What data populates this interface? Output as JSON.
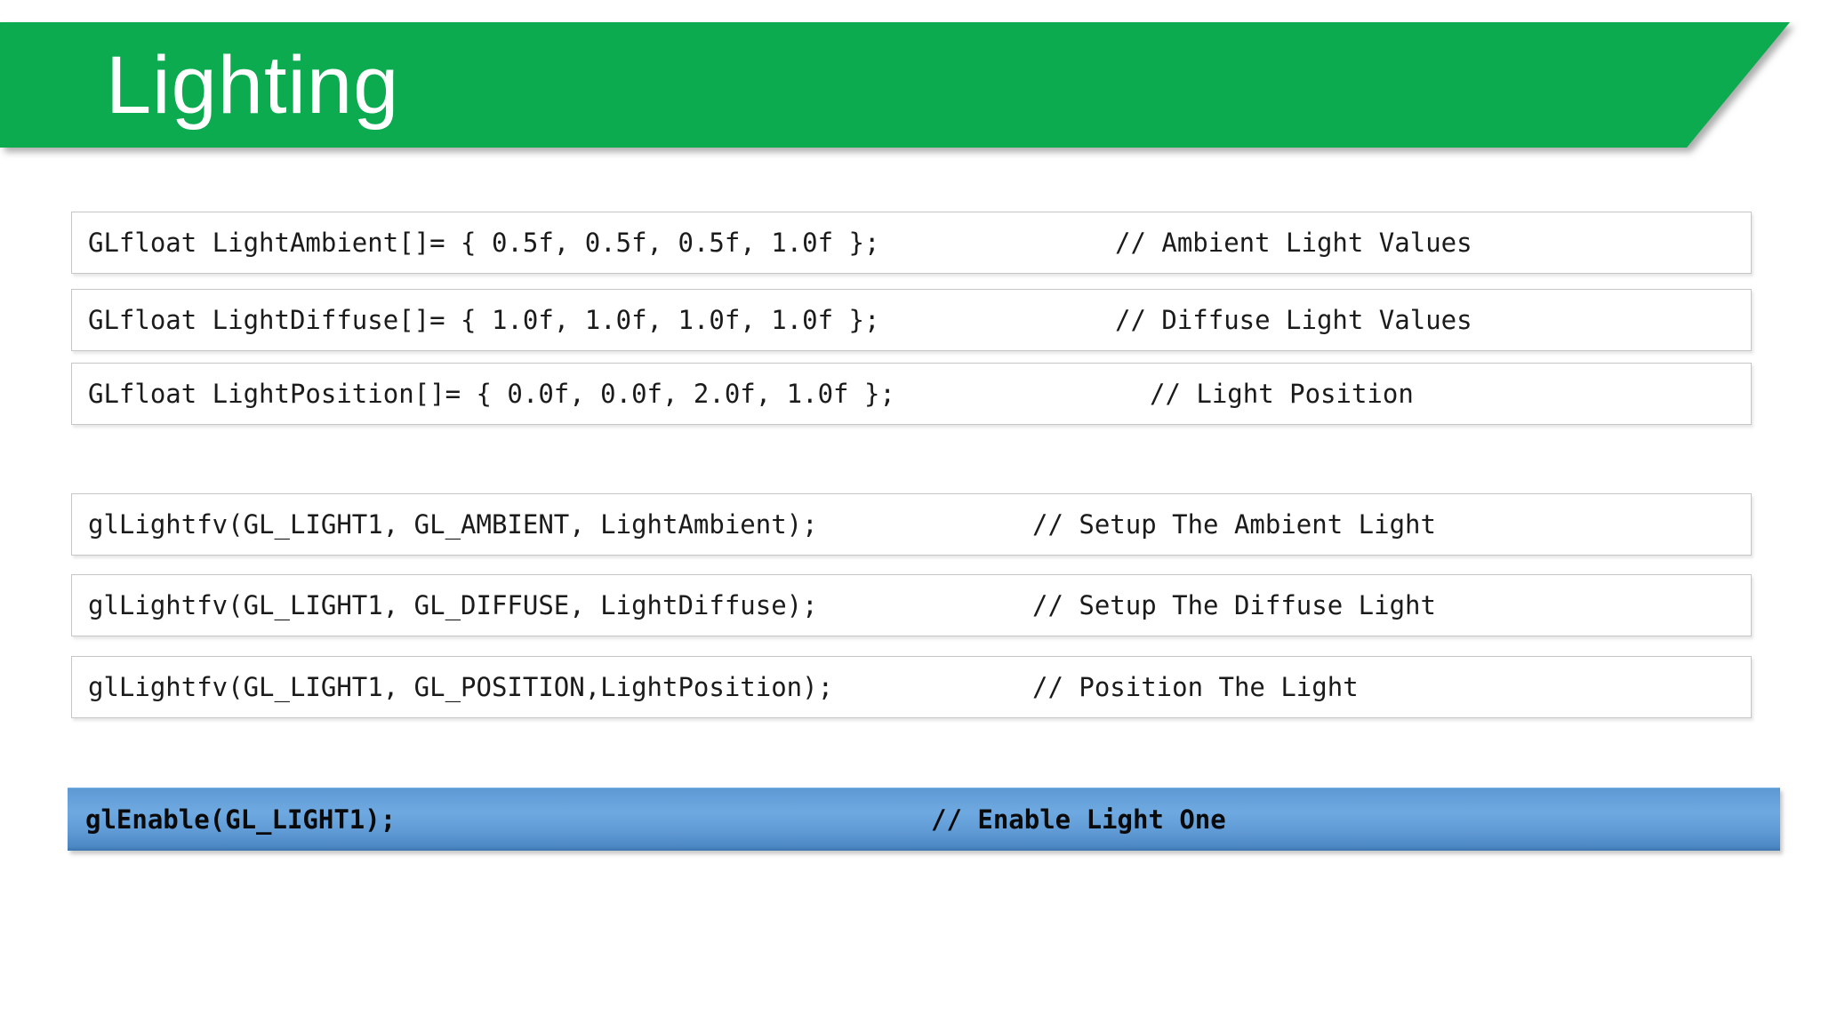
{
  "title": "Lighting",
  "colors": {
    "banner_green": "#0cab50",
    "highlight_blue_light": "#6fa9e1",
    "highlight_blue_dark": "#4b87c2",
    "box_border_gray": "#c6c6c6",
    "code_text": "#1b1b1b"
  },
  "rows": [
    {
      "code": "GLfloat LightAmbient[]= { 0.5f, 0.5f, 0.5f, 1.0f };",
      "comment": "// Ambient Light Values"
    },
    {
      "code": "GLfloat LightDiffuse[]= { 1.0f, 1.0f, 1.0f, 1.0f };",
      "comment": "// Diffuse Light Values"
    },
    {
      "code": "GLfloat LightPosition[]= { 0.0f, 0.0f, 2.0f, 1.0f };",
      "comment": "// Light Position"
    },
    {
      "code": "glLightfv(GL_LIGHT1, GL_AMBIENT, LightAmbient);",
      "comment": "// Setup The Ambient Light"
    },
    {
      "code": "glLightfv(GL_LIGHT1, GL_DIFFUSE, LightDiffuse);",
      "comment": "// Setup The Diffuse Light"
    },
    {
      "code": "glLightfv(GL_LIGHT1, GL_POSITION,LightPosition);",
      "comment": "// Position The Light"
    }
  ],
  "highlight": {
    "code": "glEnable(GL_LIGHT1);",
    "comment": "// Enable Light One"
  }
}
